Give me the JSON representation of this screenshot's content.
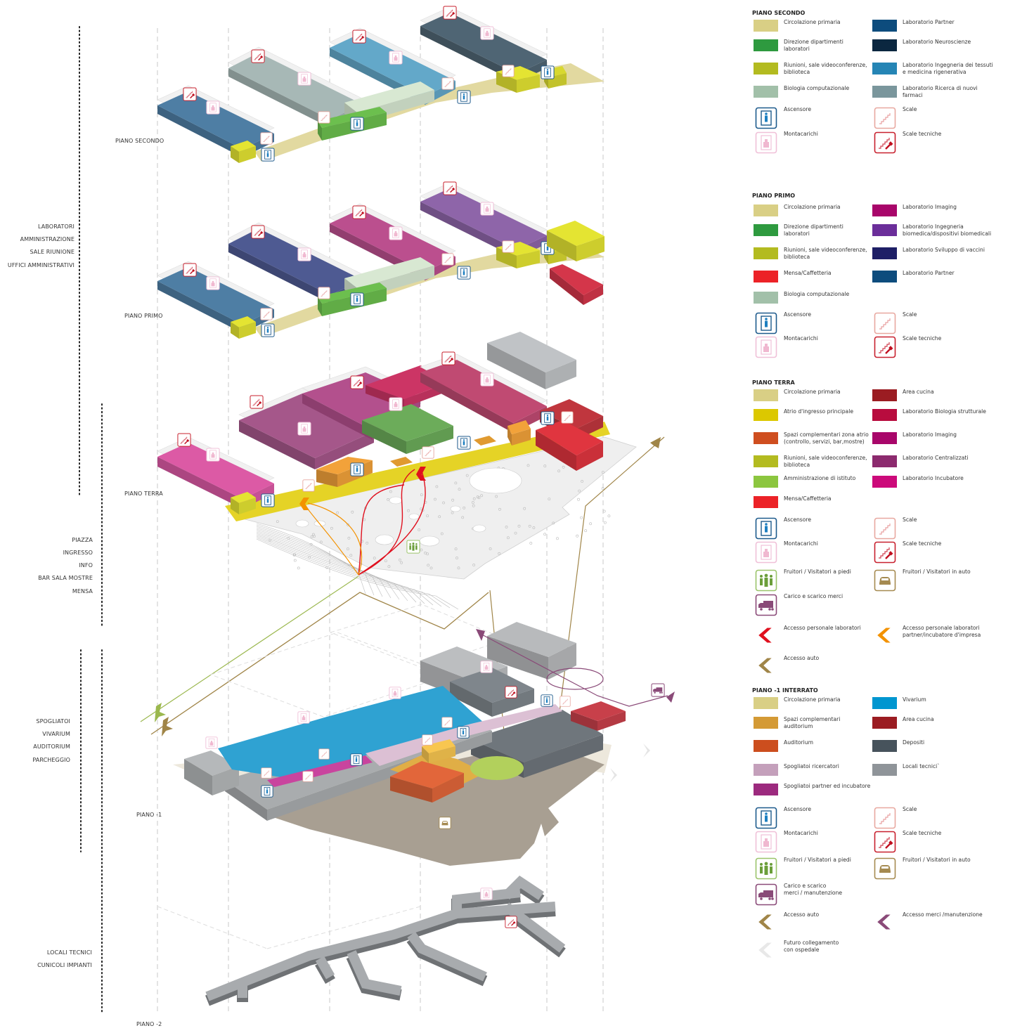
{
  "left_labels": [
    {
      "group": "upper-floors",
      "items": [
        "LABORATORI",
        "AMMINISTRAZIONE",
        "SALE RIUNIONE",
        "UFFICI AMMINISTRATIVI"
      ]
    },
    {
      "group": "ground-floor",
      "items": [
        "PIAZZA",
        "INGRESSO",
        "INFO",
        "BAR SALA MOSTRE",
        "MENSA"
      ]
    },
    {
      "group": "basement",
      "items": [
        "SPOGLIATOI",
        "VIVARIUM",
        "AUDITORIUM",
        "PARCHEGGIO"
      ]
    },
    {
      "group": "sub-basement",
      "items": [
        "LOCALI TECNICI",
        "CUNICOLI IMPIANTI"
      ]
    }
  ],
  "floor_labels": [
    "PIANO SECONDO",
    "PIANO PRIMO",
    "PIANO TERRA",
    "PIANO -1",
    "PIANO -2"
  ],
  "colors": {
    "circolazione": "#d9cf85",
    "direzione": "#2e9a3f",
    "riunioni": "#b3bb20",
    "biologia": "#a2c0a9",
    "partner": "#0d4c7d",
    "neuroscienze": "#0b2740",
    "tessuti": "#2585b5",
    "farmaci": "#7a969c",
    "imaging": "#a8066a",
    "biomedica": "#6b2e9a",
    "vaccini": "#1e1f66",
    "mensa": "#ec2227",
    "cucina": "#9b1c22",
    "atrio": "#dcc800",
    "spazi_atrio": "#cf4e1f",
    "bio_strutturale": "#b80c3e",
    "centralizzati": "#8c2a6e",
    "amministrazione": "#8cc63f",
    "incubatore": "#cc0a7a",
    "vivarium": "#0096d0",
    "spazi_auditorium": "#d49a35",
    "auditorium": "#cc4e1e",
    "depositi": "#47535c",
    "spogliatoi_ricercatori": "#c4a0bb",
    "locali_tecnici": "#8f9499",
    "spogliatoi_partner": "#9c2a7e"
  },
  "legend": [
    {
      "title": "PIANO SECONDO",
      "rows": [
        [
          {
            "label": "Circolazione primaria",
            "color": "#d9cf85"
          },
          {
            "label": "Laboratorio Partner",
            "color": "#0d4c7d"
          }
        ],
        [
          {
            "label": "Direzione dipartimenti\nlaboratori",
            "color": "#2e9a3f"
          },
          {
            "label": "Laboratorio Neuroscienze",
            "color": "#0b2740"
          }
        ],
        [
          {
            "label": "Riunioni, sale videoconferenze,\nbiblioteca",
            "color": "#b3bb20"
          },
          {
            "label": "Laboratorio Ingegneria dei tessuti\ne medicina rigenerativa",
            "color": "#2585b5"
          }
        ],
        [
          {
            "label": "Biologia computazionale",
            "color": "#a2c0a9"
          },
          {
            "label": "Laboratorio Ricerca di nuovi\nfarmaci",
            "color": "#7a969c"
          }
        ],
        [
          {
            "label": "Ascensore",
            "icon": "elevator-icon"
          },
          {
            "label": "Scale",
            "icon": "stairs-icon"
          }
        ],
        [
          {
            "label": "Montacarichi",
            "icon": "freight-elevator-icon"
          },
          {
            "label": "Scale tecniche",
            "icon": "technical-stairs-icon"
          }
        ]
      ]
    },
    {
      "title": "PIANO PRIMO",
      "rows": [
        [
          {
            "label": "Circolazione primaria",
            "color": "#d9cf85"
          },
          {
            "label": "Laboratorio Imaging",
            "color": "#a8066a"
          }
        ],
        [
          {
            "label": "Direzione dipartimenti\nlaboratori",
            "color": "#2e9a3f"
          },
          {
            "label": "Laboratorio Ingegneria\nbiomedica/dispositivi biomedicali",
            "color": "#6b2e9a"
          }
        ],
        [
          {
            "label": "Riunioni, sale videoconferenze,\nbiblioteca",
            "color": "#b3bb20"
          },
          {
            "label": "Laboratorio Sviluppo di vaccini",
            "color": "#1e1f66"
          }
        ],
        [
          {
            "label": "Mensa/Caffetteria",
            "color": "#ec2227"
          },
          {
            "label": "Laboratorio Partner",
            "color": "#0d4c7d"
          }
        ],
        [
          {
            "label": "Biologia computazionale",
            "color": "#a2c0a9"
          }
        ],
        [
          {
            "label": "Ascensore",
            "icon": "elevator-icon"
          },
          {
            "label": "Scale",
            "icon": "stairs-icon"
          }
        ],
        [
          {
            "label": "Montacarichi",
            "icon": "freight-elevator-icon"
          },
          {
            "label": "Scale tecniche",
            "icon": "technical-stairs-icon"
          }
        ]
      ]
    },
    {
      "title": "PIANO TERRA",
      "rows": [
        [
          {
            "label": "Circolazione primaria",
            "color": "#d9cf85"
          },
          {
            "label": "Area cucina",
            "color": "#9b1c22"
          }
        ],
        [
          {
            "label": "Atrio d'ingresso principale",
            "color": "#dcc800"
          },
          {
            "label": "Laboratorio Biologia strutturale",
            "color": "#b80c3e"
          }
        ],
        [
          {
            "label": "Spazi complementari zona atrio\n(controllo, servizi, bar,mostre)",
            "color": "#cf4e1f"
          },
          {
            "label": "Laboratorio Imaging",
            "color": "#a8066a"
          }
        ],
        [
          {
            "label": "Riunioni, sale videoconferenze,\nbiblioteca",
            "color": "#b3bb20"
          },
          {
            "label": "Laboratorio Centralizzati",
            "color": "#8c2a6e"
          }
        ],
        [
          {
            "label": "Amministrazione di istituto",
            "color": "#8cc63f"
          },
          {
            "label": "Laboratorio Incubatore",
            "color": "#cc0a7a"
          }
        ],
        [
          {
            "label": "Mensa/Caffetteria",
            "color": "#ec2227"
          }
        ],
        [
          {
            "label": "Ascensore",
            "icon": "elevator-icon"
          },
          {
            "label": "Scale",
            "icon": "stairs-icon"
          }
        ],
        [
          {
            "label": "Montacarichi",
            "icon": "freight-elevator-icon"
          },
          {
            "label": "Scale tecniche",
            "icon": "technical-stairs-icon"
          }
        ],
        [
          {
            "label": "Fruitori / Visitatori a piedi",
            "icon": "pedestrians-icon"
          },
          {
            "label": "Fruitori / Visitatori in auto",
            "icon": "car-icon"
          }
        ],
        [
          {
            "label": "Carico e scarico merci",
            "icon": "truck-icon"
          }
        ],
        [
          {
            "label": "Accesso personale laboratori",
            "icon": "chevron-red-icon"
          },
          {
            "label": "Accesso personale laboratori\npartner/incubatore d'impresa",
            "icon": "chevron-orange-icon"
          }
        ],
        [
          {
            "label": "Accesso auto",
            "icon": "chevron-brown-icon"
          }
        ]
      ]
    },
    {
      "title": "PIANO -1 INTERRATO",
      "rows": [
        [
          {
            "label": "Circolazione primaria",
            "color": "#d9cf85"
          },
          {
            "label": "Vivarium",
            "color": "#0096d0"
          }
        ],
        [
          {
            "label": "Spazi complementari\nauditorium",
            "color": "#d49a35"
          },
          {
            "label": "Area cucina",
            "color": "#9b1c22"
          }
        ],
        [
          {
            "label": "Auditorium",
            "color": "#cc4e1e"
          },
          {
            "label": "Depositi",
            "color": "#47535c"
          }
        ],
        [
          {
            "label": "Spogliatoi ricercatori",
            "color": "#c4a0bb"
          },
          {
            "label": "Locali tecnici`",
            "color": "#8f9499"
          }
        ],
        [
          {
            "label": "Spogliatoi partner ed incubatore",
            "color": "#9c2a7e"
          }
        ],
        [
          {
            "label": "Ascensore",
            "icon": "elevator-icon"
          },
          {
            "label": "Scale",
            "icon": "stairs-icon"
          }
        ],
        [
          {
            "label": "Montacarichi",
            "icon": "freight-elevator-icon"
          },
          {
            "label": "Scale tecniche",
            "icon": "technical-stairs-icon"
          }
        ],
        [
          {
            "label": "Fruitori / Visitatori a piedi",
            "icon": "pedestrians-icon"
          },
          {
            "label": "Fruitori / Visitatori in auto",
            "icon": "car-icon"
          }
        ],
        [
          {
            "label": "Carico e scarico\nmerci / manutenzione",
            "icon": "truck-icon"
          }
        ],
        [
          {
            "label": "Accesso auto",
            "icon": "chevron-brown-icon"
          },
          {
            "label": "Accesso merci /manutenzione",
            "icon": "chevron-purple-icon"
          }
        ],
        [
          {
            "label": "Futuro collegamento\ncon ospedale",
            "icon": "chevron-grey-icon"
          }
        ]
      ]
    }
  ]
}
